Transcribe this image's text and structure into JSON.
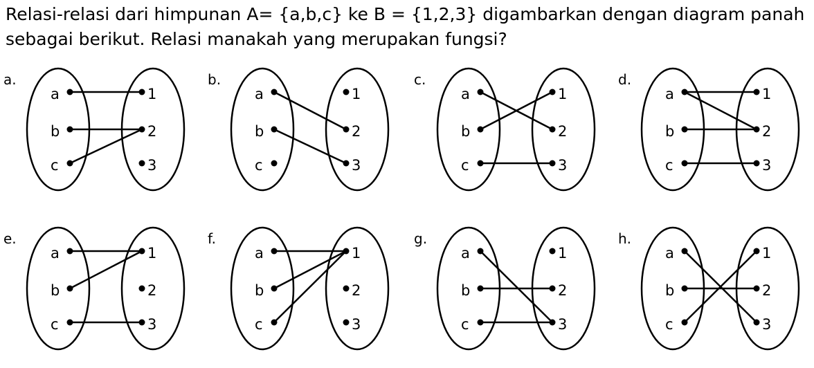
{
  "question": "Relasi-relasi dari himpunan A= {a,b,c} ke B = {1,2,3} digambarkan dengan diagram panah sebagai berikut. Relasi manakah yang merupakan fungsi?",
  "domain_labels": [
    "a",
    "b",
    "c"
  ],
  "codomain_labels": [
    "1",
    "2",
    "3"
  ],
  "options": [
    {
      "label": "a.",
      "arrows": [
        [
          "a",
          "1"
        ],
        [
          "b",
          "2"
        ],
        [
          "c",
          "2"
        ]
      ]
    },
    {
      "label": "b.",
      "arrows": [
        [
          "a",
          "2"
        ],
        [
          "b",
          "3"
        ]
      ]
    },
    {
      "label": "c.",
      "arrows": [
        [
          "a",
          "2"
        ],
        [
          "b",
          "1"
        ],
        [
          "c",
          "3"
        ]
      ]
    },
    {
      "label": "d.",
      "arrows": [
        [
          "a",
          "1"
        ],
        [
          "a",
          "2"
        ],
        [
          "b",
          "2"
        ],
        [
          "c",
          "3"
        ]
      ]
    },
    {
      "label": "e.",
      "arrows": [
        [
          "a",
          "1"
        ],
        [
          "b",
          "1"
        ],
        [
          "c",
          "3"
        ]
      ]
    },
    {
      "label": "f.",
      "arrows": [
        [
          "a",
          "1"
        ],
        [
          "b",
          "1"
        ],
        [
          "c",
          "1"
        ]
      ]
    },
    {
      "label": "g.",
      "arrows": [
        [
          "a",
          "3"
        ],
        [
          "b",
          "2"
        ],
        [
          "c",
          "3"
        ]
      ]
    },
    {
      "label": "h.",
      "arrows": [
        [
          "a",
          "3"
        ],
        [
          "b",
          "2"
        ],
        [
          "c",
          "1"
        ]
      ]
    }
  ]
}
